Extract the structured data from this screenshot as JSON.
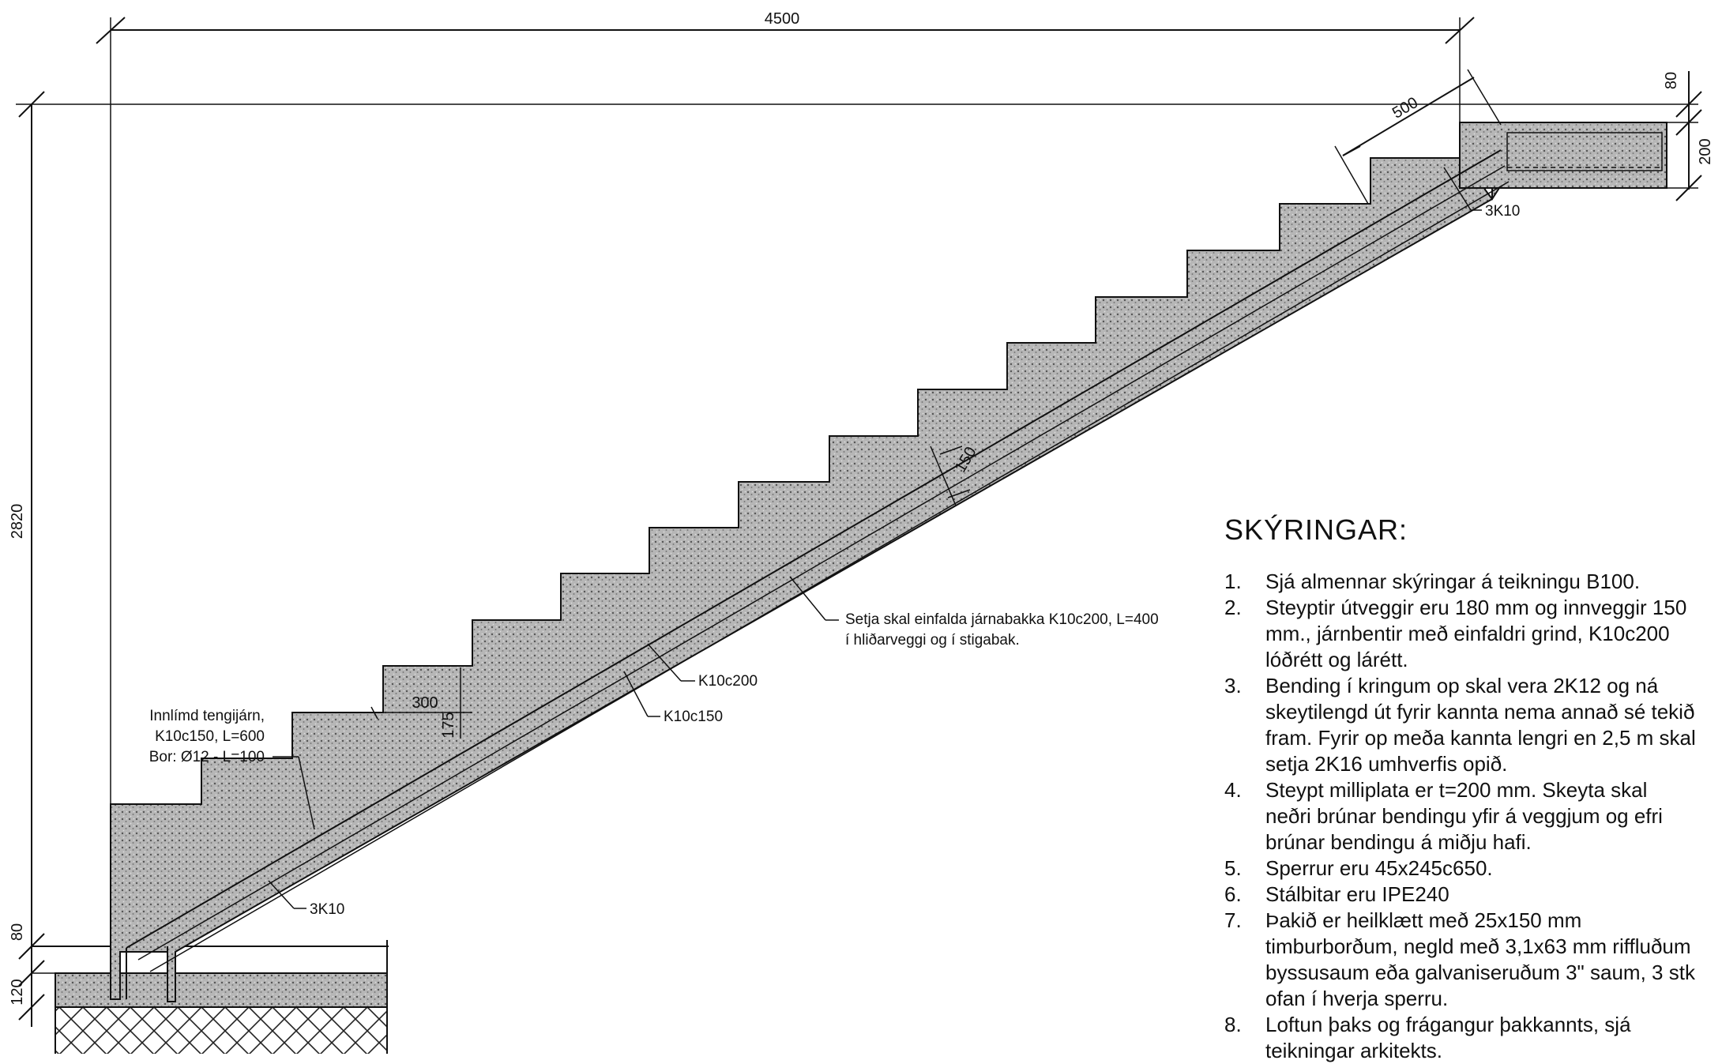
{
  "dimensions": {
    "total_length": "4500",
    "total_height": "2820",
    "top_slab_step": "80",
    "top_slab_thickness": "200",
    "bottom_slab_step": "80",
    "bottom_slab_thickness": "120",
    "flight_length": "500",
    "step_tread": "300",
    "step_riser": "175",
    "waist_thickness": "150"
  },
  "labels": {
    "rebar_top": "3K10",
    "rebar_bottom": "3K10",
    "rebar_mid_upper": "K10c200",
    "rebar_mid_lower": "K10c150",
    "side_wall_note_line1": "Setja skal einfalda járnabakka K10c200, L=400",
    "side_wall_note_line2": "í hliðarveggi og í stigabak.",
    "anchor_line1": "Innlímd tengijárn,",
    "anchor_line2": "K10c150, L=600",
    "anchor_line3": "Bor: Ø12 - L=100"
  },
  "notes": {
    "title": "SKÝRINGAR:",
    "items": [
      {
        "num": "1.",
        "text": "Sjá almennar skýringar á teikningu B100."
      },
      {
        "num": "2.",
        "text": "Steyptir útveggir eru 180 mm og innveggir 150 mm., járnbentir með einfaldri grind, K10c200 lóðrétt og lárétt."
      },
      {
        "num": "3.",
        "text": "Bending í kringum op skal vera 2K12 og ná skeytilengd út fyrir kannta nema annað sé tekið fram. Fyrir op meða kannta lengri en 2,5 m skal setja 2K16 umhverfis opið."
      },
      {
        "num": "4.",
        "text": "Steypt milliplata er t=200 mm. Skeyta skal neðri brúnar bendingu yfir á veggjum og efri brúnar bendingu á miðju hafi."
      },
      {
        "num": "5.",
        "text": "Sperrur eru 45x245c650."
      },
      {
        "num": "6.",
        "text": "Stálbitar eru IPE240"
      },
      {
        "num": "7.",
        "text": "Þakið er heilklætt með 25x150 mm timburborðum, negld með 3,1x63 mm riffluðum byssusaum eða galvaniseruðum 3\" saum, 3 stk ofan í hverja sperru."
      },
      {
        "num": "8.",
        "text": "Loftun þaks og frágangur þakkannts, sjá teikningar arkitekts."
      }
    ]
  }
}
